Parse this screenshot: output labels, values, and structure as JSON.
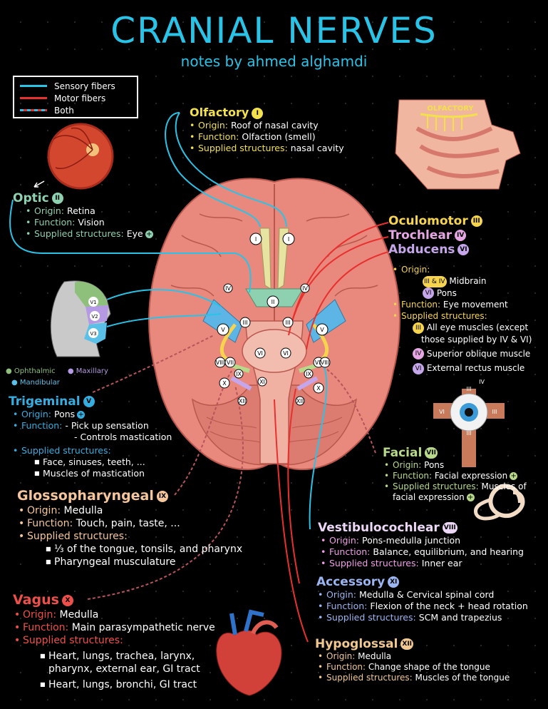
{
  "header": {
    "title": "CRANIAL NERVES",
    "subtitle": "notes by ahmed alghamdi"
  },
  "legend": [
    {
      "label": "Sensory fibers",
      "color": "#2ac3e8"
    },
    {
      "label": "Motor fibers",
      "color": "#e8302e"
    },
    {
      "label": "Both",
      "color": "#b7535a"
    }
  ],
  "colors": {
    "sensory": "#2ac3e8",
    "motor": "#e8302e",
    "olfactory": "#f2e14a",
    "optic": "#8ed1b0",
    "oculomotor": "#f6d44e",
    "trochlear": "#e6a6e3",
    "abducens": "#c6a6ea",
    "trigeminal": "#34aee0",
    "glosso": "#f5c59b",
    "vagus": "#ef4f4a",
    "facial": "#b8d98a",
    "vestibulo": "#ecd7f6",
    "accessory": "#9bb5f2",
    "hypoglossal": "#f2c891"
  },
  "olfactory": {
    "name": "Olfactory",
    "num": "I",
    "origin_k": "Origin:",
    "origin_v": "Roof of nasal cavity",
    "function_k": "Function:",
    "function_v": "Olfaction (smell)",
    "supplied_k": "Supplied structures:",
    "supplied_v": "nasal cavity",
    "image_label": "OLFACTORY"
  },
  "optic": {
    "name": "Optic",
    "num": "II",
    "origin_k": "Origin:",
    "origin_v": "Retina",
    "function_k": "Function:",
    "function_v": "Vision",
    "supplied_k": "Supplied structures:",
    "supplied_v": "Eye"
  },
  "eye_group": {
    "oculomotor": "Oculomotor",
    "oculomotor_num": "III",
    "trochlear": "Trochlear",
    "trochlear_num": "IV",
    "abducens": "Abducens",
    "abducens_num": "VI",
    "origin_k": "Origin:",
    "origin_1_nums": "III & IV",
    "origin_1": "Midbrain",
    "origin_2_num": "VI",
    "origin_2": "Pons",
    "function_k": "Function:",
    "function_v": "Eye movement",
    "supplied_k": "Supplied structures:",
    "s1_num": "III",
    "s1": "All eye muscles (except",
    "s1b": "those supplied by IV & VI)",
    "s2_num": "IV",
    "s2": "Superior oblique muscle",
    "s3_num": "VI",
    "s3": "External rectus muscle"
  },
  "trigeminal_face": {
    "v1": "V1",
    "v2": "V2",
    "v3": "V3",
    "ophthalmic": "Ophthalmic",
    "maxillary": "Maxillary",
    "mandibular": "Mandibular"
  },
  "trigeminal": {
    "name": "Trigeminal",
    "num": "V",
    "origin_k": "Origin:",
    "origin_v": "Pons",
    "function_k": "Function:",
    "function_v1": "- Pick up sensation",
    "function_v2": "- Controls mastication",
    "supplied_k": "Supplied structures:",
    "s1": "Face, sinuses, teeth, ...",
    "s2": "Muscles of mastication"
  },
  "facial": {
    "name": "Facial",
    "num": "VII",
    "origin_k": "Origin:",
    "origin_v": "Pons",
    "function_k": "Function:",
    "function_v": "Facial expression",
    "supplied_k": "Supplied structures:",
    "supplied_v1": "Muscles of",
    "supplied_v2": "facial expression"
  },
  "glosso": {
    "name": "Glossopharyngeal",
    "num": "IX",
    "origin_k": "Origin:",
    "origin_v": "Medulla",
    "function_k": "Function:",
    "function_v": "Touch, pain, taste, ...",
    "supplied_k": "Supplied structures:",
    "s1": "⅓ of the tongue, tonsils, and pharynx",
    "s2": "Pharyngeal musculature"
  },
  "vestibulo": {
    "name": "Vestibulocochlear",
    "num": "VIII",
    "origin_k": "Origin:",
    "origin_v": "Pons-medulla junction",
    "function_k": "Function:",
    "function_v": "Balance, equilibrium, and hearing",
    "supplied_k": "Supplied structures:",
    "supplied_v": "Inner ear"
  },
  "accessory": {
    "name": "Accessory",
    "num": "XI",
    "origin_k": "Origin:",
    "origin_v": "Medulla & Cervical spinal cord",
    "function_k": "Function:",
    "function_v": "Flexion of the neck + head rotation",
    "supplied_k": "Supplied structures:",
    "supplied_v": "SCM and trapezius"
  },
  "vagus": {
    "name": "Vagus",
    "num": "X",
    "origin_k": "Origin:",
    "origin_v": "Medulla",
    "function_k": "Function:",
    "function_v": "Main parasympathetic nerve",
    "supplied_k": "Supplied structures:",
    "s1": "Heart, lungs, trachea, larynx,",
    "s1b": "pharynx, external ear, GI tract",
    "s2": "Heart, lungs, bronchi, GI tract"
  },
  "hypoglossal": {
    "name": "Hypoglossal",
    "num": "XII",
    "origin_k": "Origin:",
    "origin_v": "Medulla",
    "function_k": "Function:",
    "function_v": "Change shape of the tongue",
    "supplied_k": "Supplied structures:",
    "supplied_v": "Muscles of the tongue"
  },
  "brain_labels": [
    "I",
    "I",
    "II",
    "III",
    "III",
    "IV",
    "IV",
    "V",
    "V",
    "VI",
    "VI",
    "VII",
    "VII",
    "VIII",
    "VIII",
    "IX",
    "IX",
    "X",
    "X",
    "XI",
    "XII",
    "XII"
  ],
  "eye_labels": [
    "III",
    "III",
    "IV",
    "VI",
    "III"
  ]
}
